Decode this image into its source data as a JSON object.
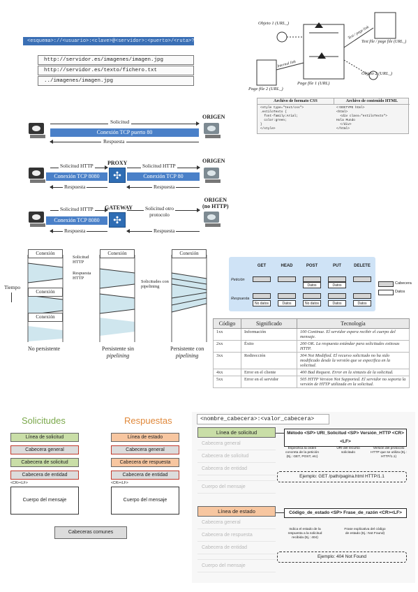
{
  "url_panel": {
    "header": "<esquema>://<usuario>:<clave>@<servidor>:<puerto>/<ruta>?<pregunta>#<fragmento>",
    "examples": [
      "http://servidor.es/imagenes/imagen.jpg",
      "http://servidor.es/texto/fichero.txt",
      "../imagenes/imagen.jpg"
    ]
  },
  "hypertext": {
    "labels": [
      "Objeto 1 (URL_)",
      "Text file / page file (URL_)",
      "Page file 1 (URL)",
      "Objeto 2 (URL_)",
      "Page file 2 (URL_)"
    ],
    "link_labels": [
      "Text / page link",
      "Internal link"
    ]
  },
  "css_table": {
    "headers": [
      "Archivo de formato CSS",
      "Archivo de contenido HTML"
    ],
    "css": [
      "<style type=\"text/css\">",
      ".estiloTexto {",
      "  font-family:Arial;",
      "  color:green;",
      "}",
      "</style>"
    ],
    "html": [
      "<!DOCTYPE html>",
      "<html>",
      "  <div class=\"estiloTexto\">",
      "Hola Mundo",
      "  </div>",
      "</html>"
    ]
  },
  "connections": {
    "origen": "ORIGEN",
    "origen_no_http": [
      "ORIGEN",
      "(no HTTP)"
    ],
    "direct": {
      "request": "Solicitud",
      "bar": "Conexión TCP puerto 80",
      "response": "Respuesta"
    },
    "proxy": {
      "name": "PROXY",
      "request": "Solicitud HTTP",
      "bar_left": "Conexión TCP 8080",
      "bar_right": "Conexión TCP 80",
      "response": "Respuesta"
    },
    "gateway": {
      "name": "GATEWAY",
      "request": "Solicitud HTTP",
      "request_right": [
        "Solicitud otro",
        "protocolo"
      ],
      "bar_left": "Conexión TCP 8080",
      "response": "Respuesta"
    }
  },
  "timeline": {
    "time_label": "Tiempo",
    "conn_label": "Conexión",
    "captions": [
      "No persistente",
      "Persistente sin",
      "pipelining",
      "Persistente con",
      "pipelining"
    ],
    "side_labels": [
      "Solicitud HTTP",
      "Respuesta HTTP",
      "Solicitudes con pipelining"
    ]
  },
  "methods": {
    "names": [
      "GET",
      "HEAD",
      "POST",
      "PUT",
      "DELETE"
    ],
    "rows": [
      "Petición",
      "Respuesta"
    ],
    "box_texts": [
      "Datos",
      "Datos",
      "No datos",
      "Datos",
      "No datos",
      "Datos",
      "Datos",
      "Datos"
    ],
    "legend": [
      "Cabecera",
      "Datos"
    ]
  },
  "codes": {
    "headers": [
      "Código",
      "Significado",
      "Tecnología"
    ],
    "rows": [
      [
        "1xx",
        "Información",
        "100 Continue. El servidor espera recibir el cuerpo del mensaje."
      ],
      [
        "2xx",
        "Éxito",
        "200 OK. La respuesta estándar para solicitudes exitosas HTTP."
      ],
      [
        "3xx",
        "Redirección",
        "304 Not Modified. El recurso solicitado no ha sido modificado desde la versión que se especifica en la solicitud."
      ],
      [
        "4xx",
        "Error en el cliente",
        "400 Bad Request. Error en la sintaxis de la solicitud."
      ],
      [
        "5xx",
        "Error en el servidor",
        "505 HTTP Version Not Supported. El servidor no soporta la versión de HTTP utilizada en la solicitud."
      ]
    ]
  },
  "structure": {
    "req_title": "Solicitudes",
    "resp_title": "Respuestas",
    "req_items": [
      "Línea de solicitud",
      "Cabecera general",
      "Cabecera de solicitud",
      "Cabecera de entidad"
    ],
    "resp_items": [
      "Línea de estado",
      "Cabecera general",
      "Cabecera de respuesta",
      "Cabecera de entidad"
    ],
    "crlf": "<CR><LF>",
    "body": "Cuerpo del mensaje",
    "common": "Cabeceras comunes",
    "colors": {
      "req_title": "#7aa84a",
      "resp_title": "#e0883a"
    }
  },
  "message_format": {
    "header": "<nombre_cabecera>:<valor_cabecera>",
    "req": {
      "line": "Línea de solicitud",
      "rows": [
        "Cabecera general",
        "Cabecera de solicitud",
        "Cabecera de entidad",
        "",
        "Cuerpo del mensaje"
      ],
      "format": "Método <SP> URI_Solicitud <SP> Versión_HTTP <CR><LF>",
      "notes": [
        "Especifica la orden concreta de la petición (Ej.: GET, POST, etc)",
        "URI del recurso solicitado",
        "Versión del protocolo HTTP que se utiliza (Ej.: HTTP/1.1)"
      ],
      "example": "Ejemplo: GET /path/pagina.html HTTP/1.1"
    },
    "resp": {
      "line": "Línea de estado",
      "rows": [
        "Cabecera general",
        "Cabecera de respuesta",
        "Cabecera de entidad",
        "",
        "Cuerpo del mensaje"
      ],
      "format": "Código_de_estado <SP> Frase_de_razón <CR><LF>",
      "notes": [
        "Indica el estado de la respuesta a la solicitud recibida (Ej.: 404)",
        "Frase explicativa del código de estado (Ej.: Not Found)"
      ],
      "example": "Ejemplo: 404 Not Found"
    }
  }
}
